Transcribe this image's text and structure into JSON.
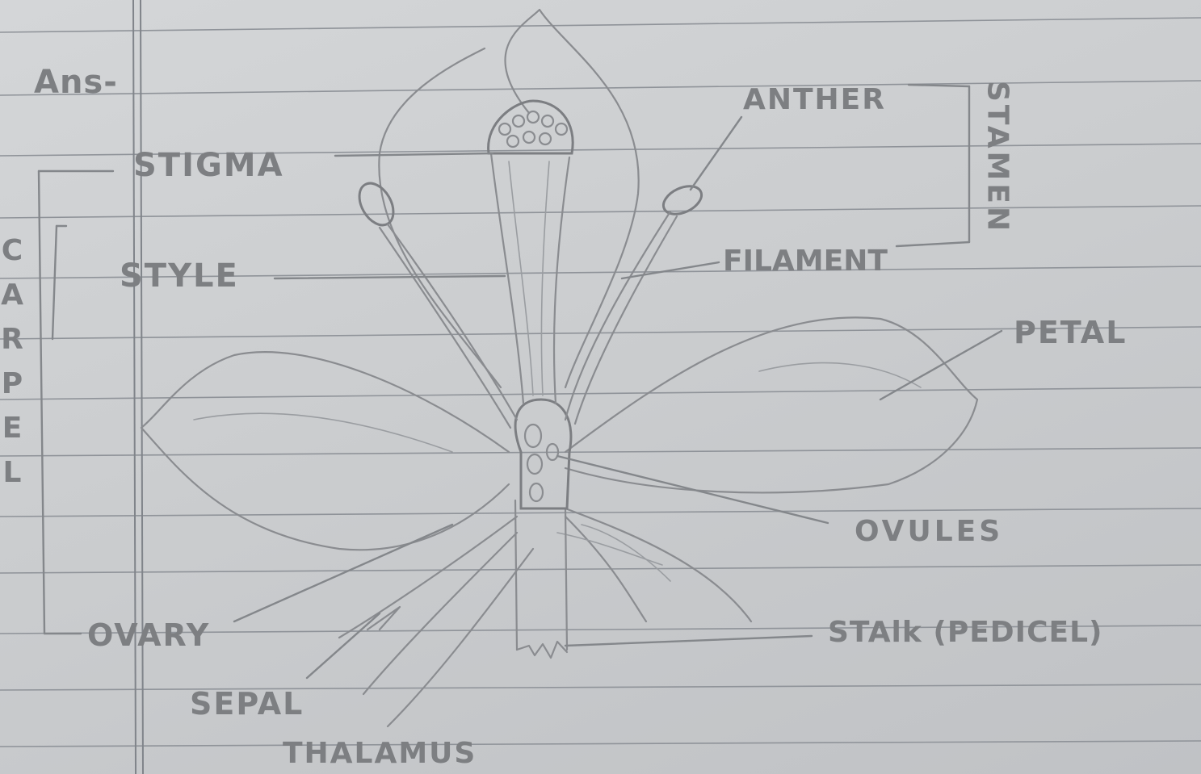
{
  "prefix": "Ans-",
  "labels": {
    "stigma": "STIGMA",
    "style": "STYLE",
    "anther": "ANTHER",
    "filament": "FILAMENT",
    "stamen": "STAMEN",
    "carpel": "CARPEL",
    "petal": "PETAL",
    "ovules": "OVULES",
    "ovary": "OVARY",
    "stalk": "STAlk (PEDICEL)",
    "sepal": "SEPAL",
    "thalamus": "THALAMUS"
  },
  "colors": {
    "paper": "#cbcdcf",
    "pencil": "#7d7f82",
    "ruled_line": "#8f9399"
  }
}
